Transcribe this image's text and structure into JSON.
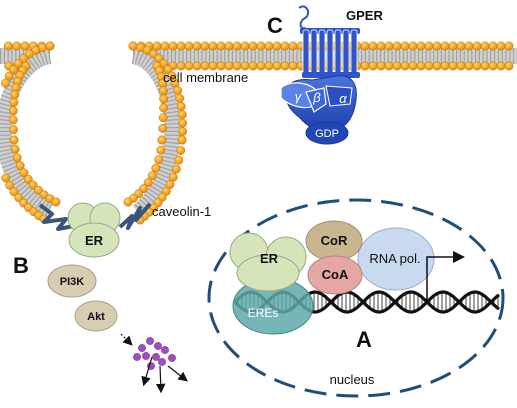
{
  "labels": {
    "gper": "GPER",
    "cell_membrane": "cell membrane",
    "caveolin": "caveolin-1",
    "panel_a": "A",
    "panel_b": "B",
    "panel_c": "C",
    "nucleus": "nucleus"
  },
  "membrane_pathway": {
    "er": "ER",
    "pi3k": "PI3K",
    "akt": "Akt"
  },
  "gper_complex": {
    "gamma": "γ",
    "beta": "β",
    "alpha": "α",
    "gdp": "GDP"
  },
  "nuclear": {
    "er": "ER",
    "cor": "CoR",
    "coa": "CoA",
    "rna_pol": "RNA pol.",
    "eres": "EREs"
  },
  "colors": {
    "lipid_head": "#f2a41b",
    "tail": "#b8b8b8",
    "er": "#d6e4ba",
    "pi3k_akt": "#d8ccb2",
    "cor": "#c9b58f",
    "coa": "#e5a6a6",
    "rna_pol": "#c9d9f0",
    "eres": "#5fa9a9",
    "gper_blue": "#2f55c8",
    "caveolin": "#3a5578",
    "nucleus_border": "#1f4e79",
    "particle": "#a24bc2"
  }
}
